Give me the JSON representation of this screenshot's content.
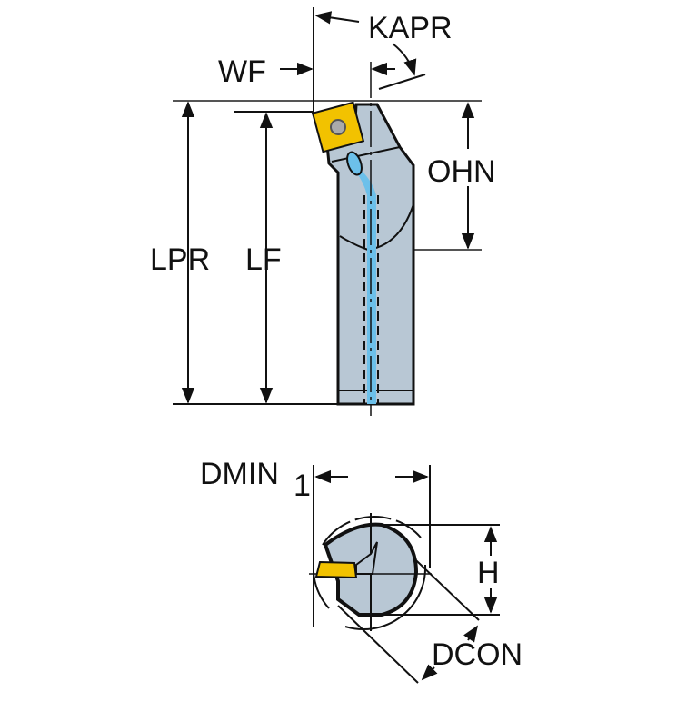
{
  "labels": {
    "kapr": "KAPR",
    "wf": "WF",
    "ohn": "OHN",
    "lpr": "LPR",
    "lf": "LF",
    "dmin": "DMIN",
    "dmin_sub": "1",
    "h": "H",
    "dcon": "DCON"
  },
  "colors": {
    "body": "#b8c7d4",
    "insert": "#f2c200",
    "coolant": "#6cc0ea",
    "line": "#111111"
  }
}
